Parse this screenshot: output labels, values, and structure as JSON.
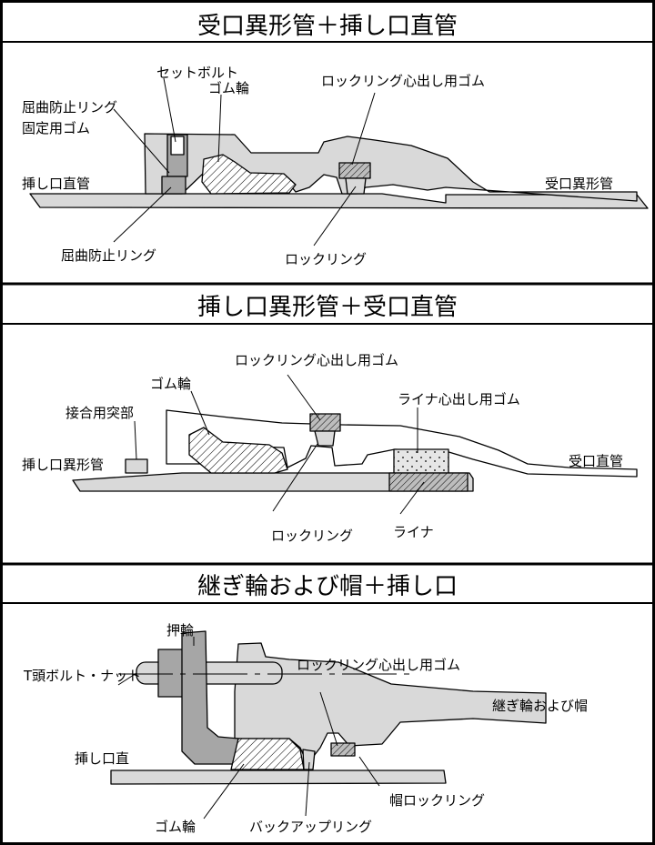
{
  "colors": {
    "part_fill": "#d9d9d9",
    "dark_fill": "#a6a6a6",
    "line": "#000000",
    "background": "#ffffff"
  },
  "panels": [
    {
      "title": "受口異形管＋挿し口直管",
      "labels": {
        "set_bolt": "セットボルト",
        "rubber_ring": "ゴム輪",
        "locking_ring_centering_rubber": "ロックリング心出し用ゴム",
        "bend_prevention_fixing_rubber_1": "屈曲防止リング",
        "bend_prevention_fixing_rubber_2": "固定用ゴム",
        "spigot_straight_pipe": "挿し口直管",
        "socket_fitting": "受口異形管",
        "bend_prevention_ring": "屈曲防止リング",
        "locking_ring": "ロックリング"
      }
    },
    {
      "title": "挿し口異形管＋受口直管",
      "labels": {
        "locking_ring_centering_rubber": "ロックリング心出し用ゴム",
        "rubber_ring": "ゴム輪",
        "liner_centering_rubber": "ライナ心出し用ゴム",
        "joining_projection": "接合用突部",
        "spigot_fitting": "挿し口異形管",
        "socket_straight_pipe": "受口直管",
        "locking_ring": "ロックリング",
        "liner": "ライナ"
      }
    },
    {
      "title": "継ぎ輪および帽＋挿し口",
      "labels": {
        "gland": "押輪",
        "t_bolt_nut": "T頭ボルト・ナット",
        "locking_ring_centering_rubber": "ロックリング心出し用ゴム",
        "sleeve_and_cap": "継ぎ輪および帽",
        "spigot_straight": "挿し口直",
        "cap_locking_ring": "帽ロックリング",
        "rubber_ring": "ゴム輪",
        "backup_ring": "バックアップリング"
      }
    }
  ]
}
